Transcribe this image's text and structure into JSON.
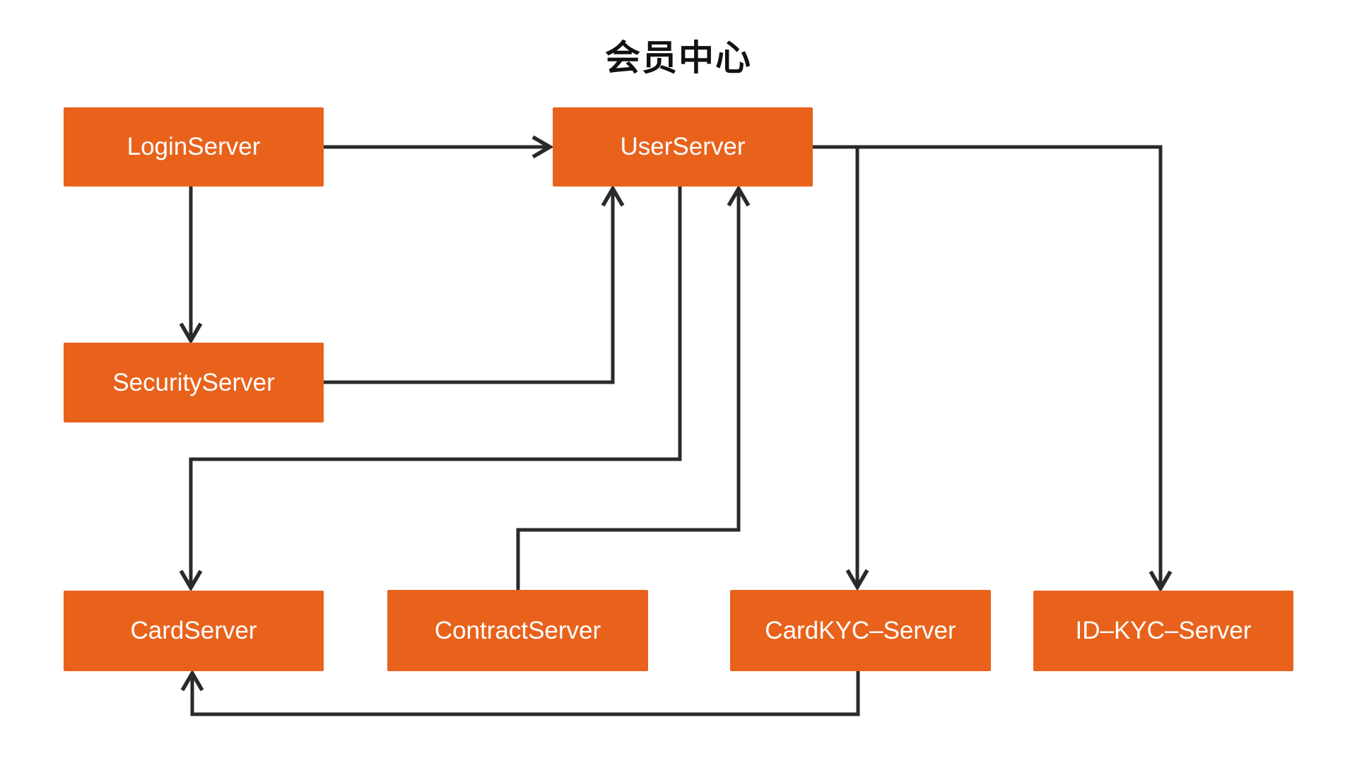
{
  "diagram": {
    "title": "会员中心",
    "colors": {
      "node_fill": "#E8621C",
      "node_text": "#FFFFFF",
      "edge_stroke": "#2A2A2A",
      "background": "#FFFFFF",
      "title_text": "#111111"
    },
    "nodes": [
      {
        "id": "login-server",
        "label": "LoginServer"
      },
      {
        "id": "user-server",
        "label": "UserServer"
      },
      {
        "id": "security-server",
        "label": "SecurityServer"
      },
      {
        "id": "card-server",
        "label": "CardServer"
      },
      {
        "id": "contract-server",
        "label": "ContractServer"
      },
      {
        "id": "card-kyc-server",
        "label": "CardKYC–Server"
      },
      {
        "id": "id-kyc-server",
        "label": "ID–KYC–Server"
      }
    ],
    "edges": [
      {
        "from": "LoginServer",
        "to": "UserServer"
      },
      {
        "from": "LoginServer",
        "to": "SecurityServer"
      },
      {
        "from": "SecurityServer",
        "to": "UserServer"
      },
      {
        "from": "UserServer",
        "to": "CardServer"
      },
      {
        "from": "ContractServer",
        "to": "UserServer"
      },
      {
        "from": "UserServer",
        "to": "CardKYC–Server"
      },
      {
        "from": "UserServer",
        "to": "ID–KYC–Server"
      },
      {
        "from": "CardKYC–Server",
        "to": "CardServer"
      }
    ]
  }
}
